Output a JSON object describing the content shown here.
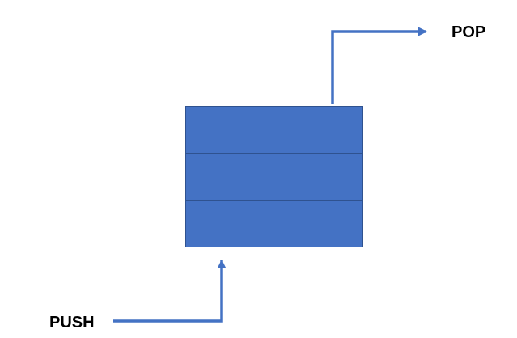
{
  "labels": {
    "pop": "POP",
    "push": "PUSH"
  },
  "colors": {
    "block_fill": "#4472C4",
    "block_stroke": "#2F528F",
    "arrow": "#4472C4"
  },
  "queue": {
    "segment_count": 3
  }
}
